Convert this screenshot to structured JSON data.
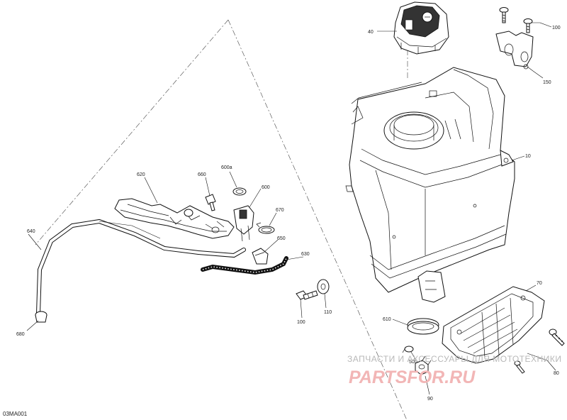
{
  "diagram_code": "03MA001",
  "watermark": {
    "line1": "ЗАПЧАСТИ И АКСЕССУАРЫ ДЛЯ МОТОТЕХНИКИ",
    "line2": "PARTSFOR.RU"
  },
  "callouts": {
    "c10": "10",
    "c40": "40",
    "c70": "70",
    "c80": "80",
    "c90": "90",
    "c100": "100",
    "c100b": "100",
    "c110": "110",
    "c150": "150",
    "c500": "500",
    "c600": "600",
    "c600a": "600a",
    "c610": "610",
    "c620": "620",
    "c630": "630",
    "c640": "640",
    "c650": "650",
    "c660": "660",
    "c670": "670",
    "c680": "680"
  }
}
